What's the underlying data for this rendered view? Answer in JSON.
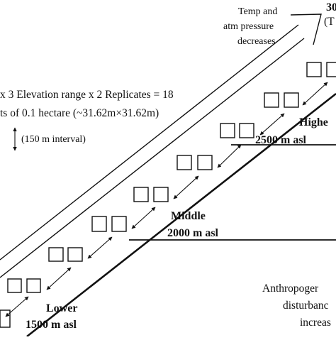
{
  "labels": {
    "top_num": "30",
    "top_paren": "(T",
    "temp_line1": "Temp and",
    "temp_line2": "atm pressure",
    "temp_line3": "decreases",
    "formula_line1": "x 3 Elevation range x 2 Replicates = 18",
    "formula_line2": "ts of 0.1 hectare (~31.62m×31.62m)",
    "interval": "(150 m interval)",
    "higher_name": "Highe",
    "higher_elev": "2500 m asl",
    "middle_name": "Middle",
    "middle_elev": "2000 m asl",
    "lower_name": "Lower",
    "lower_elev": "1500 m asl",
    "anthro_line1": "Anthropoger",
    "anthro_line2": "disturbanc",
    "anthro_line3": "increas"
  },
  "colors": {
    "ink": "#111111",
    "background": "#ffffff"
  }
}
